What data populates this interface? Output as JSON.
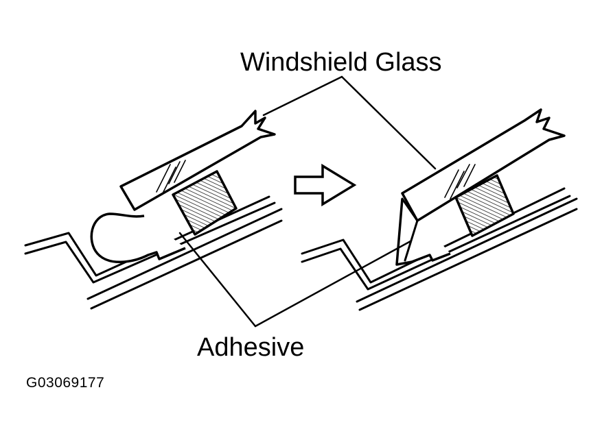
{
  "labels": {
    "windshield_glass": "Windshield Glass",
    "adhesive": "Adhesive",
    "figure_code": "G03069177"
  },
  "colors": {
    "line": "#000000",
    "background": "#ffffff"
  },
  "icons": {
    "transition": "right-arrow-icon"
  }
}
